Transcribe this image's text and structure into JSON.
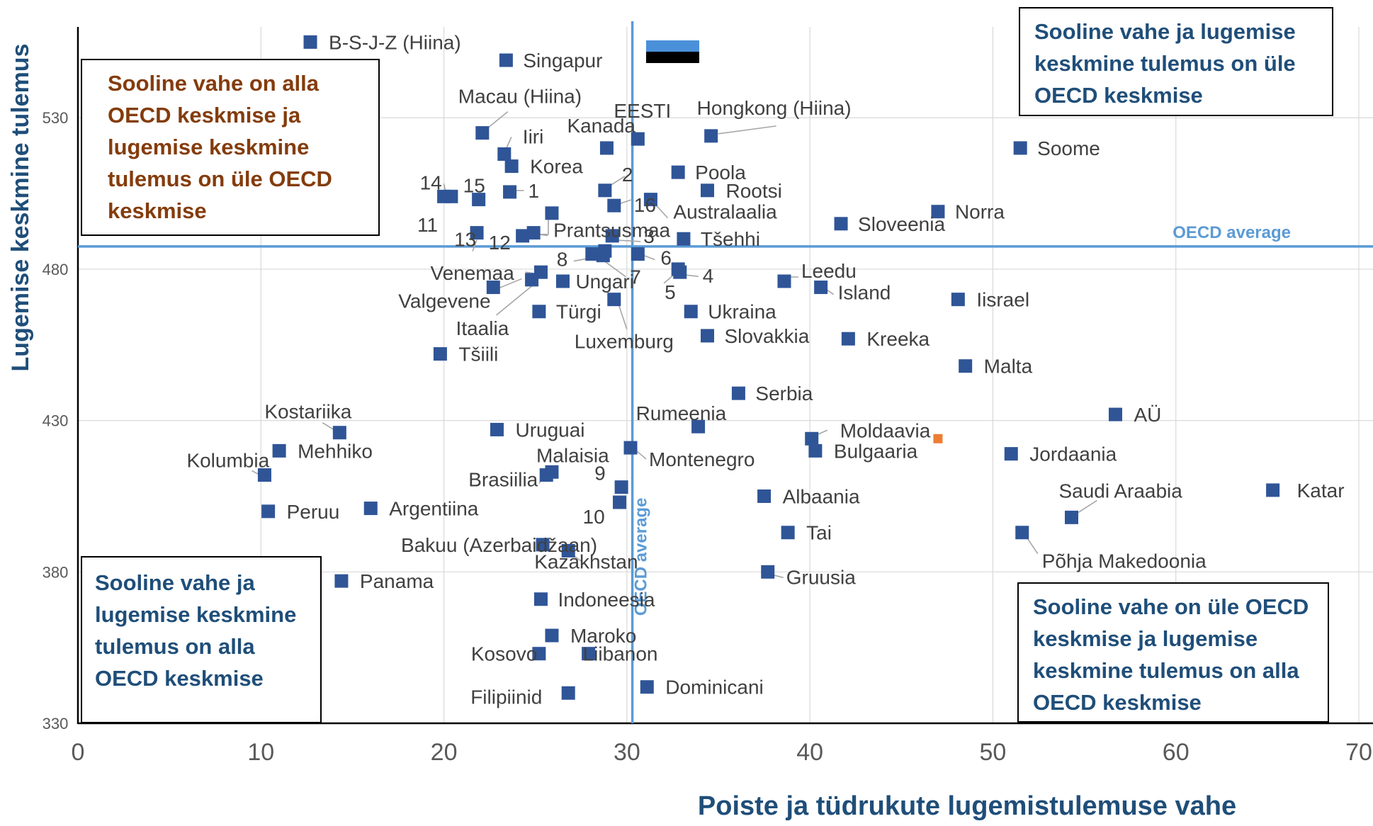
{
  "chart_data": {
    "type": "scatter",
    "xlabel": "Poiste ja tüdrukute lugemistulemuse vahe",
    "ylabel": "Lugemise keskmine tulemus",
    "xlim": [
      0,
      70
    ],
    "ylim": [
      330,
      560
    ],
    "xticks": [
      0,
      10,
      20,
      30,
      40,
      50,
      60,
      70
    ],
    "yticks": [
      330,
      380,
      430,
      480,
      530
    ],
    "grid": true,
    "colors": {
      "point": "#2f5597",
      "highlight": "#ed7d31",
      "average_line": "#5b9bd5",
      "quadrant_brown": "#843c0c",
      "quadrant_blue": "#1f4e79",
      "flag_blue": "#4a90d9",
      "flag_black": "#000000"
    },
    "reference_lines": [
      {
        "axis": "y",
        "value": 487.5,
        "label": "OECD average"
      },
      {
        "axis": "x",
        "value": 30.3,
        "label": "OECD average"
      }
    ],
    "quadrant_notes": [
      {
        "id": "top-left",
        "text": "Sooline vahe on alla OECD keskmise ja lugemise keskmine tulemus on üle OECD keskmise",
        "color": "#843c0c"
      },
      {
        "id": "top-right",
        "text": "Sooline vahe ja lugemise keskmine tulemus on üle OECD keskmise",
        "color": "#1f4e79"
      },
      {
        "id": "bottom-left",
        "text": "Sooline vahe ja lugemise keskmine tulemus on alla OECD keskmise",
        "color": "#1f4e79"
      },
      {
        "id": "bottom-right",
        "text": "Sooline vahe on üle OECD keskmise ja lugemise keskmine tulemus on alla OECD keskmise",
        "color": "#1f4e79"
      }
    ],
    "points": [
      {
        "label": "B-S-J-Z (Hiina)",
        "x": 12.7,
        "y": 555
      },
      {
        "label": "Singapur",
        "x": 23.4,
        "y": 549
      },
      {
        "label": "Macau (Hiina)",
        "x": 22.1,
        "y": 525
      },
      {
        "label": "EESTI",
        "x": 30.6,
        "y": 523
      },
      {
        "label": "Kanada",
        "x": 28.9,
        "y": 520
      },
      {
        "label": "Hongkong (Hiina)",
        "x": 34.6,
        "y": 524
      },
      {
        "label": "Iiri",
        "x": 23.3,
        "y": 518
      },
      {
        "label": "Korea",
        "x": 23.7,
        "y": 514
      },
      {
        "label": "Soome",
        "x": 51.5,
        "y": 520
      },
      {
        "label": "Poola",
        "x": 32.8,
        "y": 512
      },
      {
        "label": "2",
        "x": 28.8,
        "y": 506
      },
      {
        "label": "Rootsi",
        "x": 34.4,
        "y": 506
      },
      {
        "label": "1",
        "x": 23.6,
        "y": 505.5
      },
      {
        "label": "14",
        "x": 20.0,
        "y": 504
      },
      {
        "label": "",
        "x": 20.4,
        "y": 504
      },
      {
        "label": "15",
        "x": 21.9,
        "y": 503
      },
      {
        "label": "Australaalia",
        "x": 31.3,
        "y": 503
      },
      {
        "label": "16",
        "x": 29.3,
        "y": 501
      },
      {
        "label": "11",
        "x": 25.9,
        "y": 498.5
      },
      {
        "label": "Norra",
        "x": 47.0,
        "y": 499
      },
      {
        "label": "Sloveenia",
        "x": 41.7,
        "y": 495
      },
      {
        "label": "13",
        "x": 21.8,
        "y": 492
      },
      {
        "label": "12",
        "x": 24.3,
        "y": 491
      },
      {
        "label": "Prantsusmaa",
        "x": 24.9,
        "y": 492
      },
      {
        "label": "3",
        "x": 29.2,
        "y": 491
      },
      {
        "label": "Tšehhi",
        "x": 33.1,
        "y": 490
      },
      {
        "label": "8",
        "x": 28.1,
        "y": 485
      },
      {
        "label": "",
        "x": 28.8,
        "y": 486
      },
      {
        "label": "6",
        "x": 30.6,
        "y": 485
      },
      {
        "label": "Venemaa",
        "x": 25.3,
        "y": 479
      },
      {
        "label": "Ungari",
        "x": 26.5,
        "y": 476
      },
      {
        "label": "4",
        "x": 32.9,
        "y": 479
      },
      {
        "label": "Leedu",
        "x": 38.6,
        "y": 476
      },
      {
        "label": "7",
        "x": 28.7,
        "y": 484.5
      },
      {
        "label": "5",
        "x": 32.8,
        "y": 480
      },
      {
        "label": "Valgevene",
        "x": 22.7,
        "y": 474
      },
      {
        "label": "Island",
        "x": 40.6,
        "y": 474
      },
      {
        "label": "Itaalia",
        "x": 24.8,
        "y": 476.5
      },
      {
        "label": "Iisrael",
        "x": 48.1,
        "y": 470
      },
      {
        "label": "Luxemburg",
        "x": 29.3,
        "y": 470
      },
      {
        "label": "Ukraina",
        "x": 33.5,
        "y": 466
      },
      {
        "label": "Türgi",
        "x": 25.2,
        "y": 466
      },
      {
        "label": "Slovakkia",
        "x": 34.4,
        "y": 458
      },
      {
        "label": "Kreeka",
        "x": 42.1,
        "y": 457
      },
      {
        "label": "Tšiili",
        "x": 19.8,
        "y": 452
      },
      {
        "label": "Malta",
        "x": 48.5,
        "y": 448
      },
      {
        "label": "Serbia",
        "x": 36.1,
        "y": 439
      },
      {
        "label": "AÜ",
        "x": 56.7,
        "y": 432
      },
      {
        "label": "",
        "x": 47.0,
        "y": 424,
        "highlight": true
      },
      {
        "label": "Rumeenia",
        "x": 33.9,
        "y": 428
      },
      {
        "label": "Moldaavia",
        "x": 40.1,
        "y": 424
      },
      {
        "label": "Kostariika",
        "x": 14.3,
        "y": 426
      },
      {
        "label": "Uruguai",
        "x": 22.9,
        "y": 427
      },
      {
        "label": "Bulgaaria",
        "x": 40.3,
        "y": 420
      },
      {
        "label": "Jordaania",
        "x": 51.0,
        "y": 419
      },
      {
        "label": "Malaisia",
        "x": 25.9,
        "y": 413
      },
      {
        "label": "Mehhiko",
        "x": 11.0,
        "y": 420
      },
      {
        "label": "Montenegro",
        "x": 30.2,
        "y": 421
      },
      {
        "label": "Kolumbia",
        "x": 10.2,
        "y": 412
      },
      {
        "label": "Brasiilia",
        "x": 25.6,
        "y": 412
      },
      {
        "label": "9",
        "x": 29.7,
        "y": 408
      },
      {
        "label": "Katar",
        "x": 65.3,
        "y": 407
      },
      {
        "label": "Albaania",
        "x": 37.5,
        "y": 405
      },
      {
        "label": "10",
        "x": 29.6,
        "y": 403
      },
      {
        "label": "Peruu",
        "x": 10.4,
        "y": 400
      },
      {
        "label": "Argentiina",
        "x": 16.0,
        "y": 401
      },
      {
        "label": "Saudi Araabia",
        "x": 54.3,
        "y": 398
      },
      {
        "label": "Tai",
        "x": 38.8,
        "y": 393
      },
      {
        "label": "Põhja Makedoonia",
        "x": 51.6,
        "y": 393
      },
      {
        "label": "Bakuu (Azerbaidžaan)",
        "x": 25.4,
        "y": 389
      },
      {
        "label": "Kazakhstan",
        "x": 26.8,
        "y": 387
      },
      {
        "label": "Gruusia",
        "x": 37.7,
        "y": 380
      },
      {
        "label": "Panama",
        "x": 14.4,
        "y": 377
      },
      {
        "label": "Indoneesia",
        "x": 25.3,
        "y": 371
      },
      {
        "label": "Maroko",
        "x": 25.9,
        "y": 359
      },
      {
        "label": "Kosovo",
        "x": 25.2,
        "y": 353
      },
      {
        "label": "Liibanon",
        "x": 27.9,
        "y": 353
      },
      {
        "label": "Dominicani",
        "x": 31.1,
        "y": 342
      },
      {
        "label": "Filipiinid",
        "x": 26.8,
        "y": 340
      }
    ]
  }
}
